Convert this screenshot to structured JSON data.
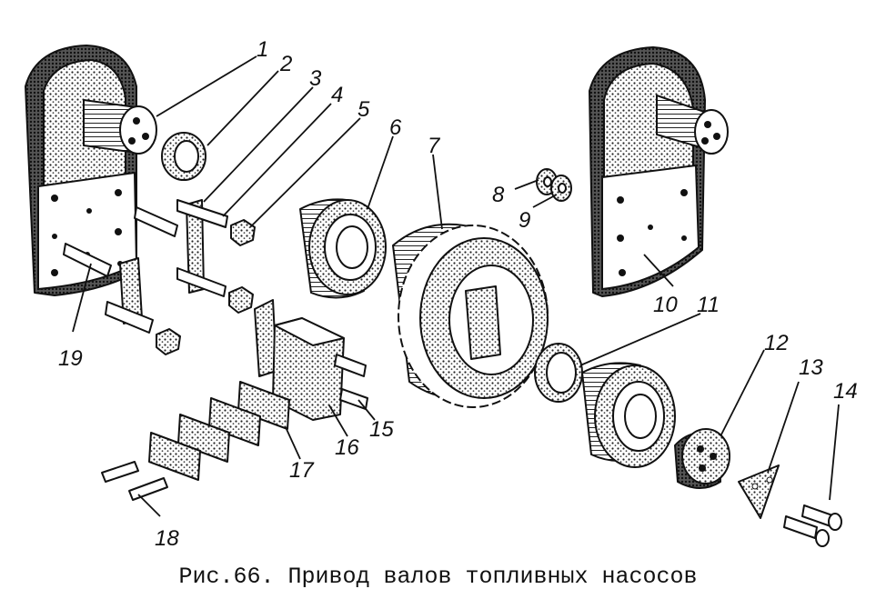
{
  "figure": {
    "caption": "Рис.66. Привод валов топливных насосов",
    "callouts": [
      "1",
      "2",
      "3",
      "4",
      "5",
      "6",
      "7",
      "8",
      "9",
      "10",
      "11",
      "12",
      "13",
      "14",
      "15",
      "16",
      "17",
      "18",
      "19"
    ]
  }
}
